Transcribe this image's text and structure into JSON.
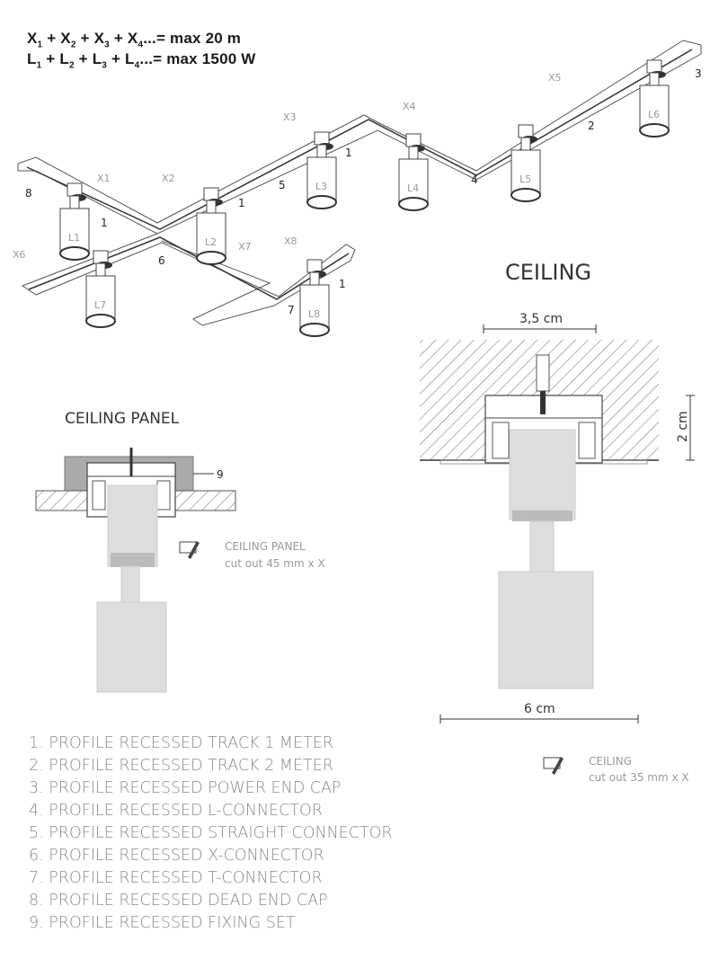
{
  "formulas": [
    {
      "terms": [
        {
          "base": "X",
          "sub": "1"
        },
        {
          "base": "X",
          "sub": "2"
        },
        {
          "base": "X",
          "sub": "3"
        },
        {
          "base": "X",
          "sub": "4"
        }
      ],
      "suffix": "...= max 20 m"
    },
    {
      "terms": [
        {
          "base": "L",
          "sub": "1"
        },
        {
          "base": "L",
          "sub": "2"
        },
        {
          "base": "L",
          "sub": "3"
        },
        {
          "base": "L",
          "sub": "4"
        }
      ],
      "suffix": "...= max 1500 W"
    }
  ],
  "track_labels": [
    "X1",
    "X2",
    "X3",
    "X4",
    "X5",
    "X6",
    "X7",
    "X8"
  ],
  "lamp_labels": [
    "L1",
    "L2",
    "L3",
    "L4",
    "L5",
    "L6",
    "L7",
    "L8"
  ],
  "part_callouts": [
    "8",
    "1",
    "1",
    "5",
    "1",
    "4",
    "2",
    "3",
    "6",
    "7",
    "1"
  ],
  "ceiling": {
    "title": "CEILING",
    "width_top": "3,5 cm",
    "height": "2 cm",
    "width_bottom": "6 cm",
    "note_title": "CEILING",
    "note_text": "cut out 35 mm x X"
  },
  "ceiling_panel": {
    "title": "CEILING PANEL",
    "callout": "9",
    "note_title": "CEILING PANEL",
    "note_text": "cut out 45 mm x X"
  },
  "parts_list": [
    "1. PROFILE RECESSED TRACK 1 METER",
    "2. PROFILE RECESSED TRACK 2 METER",
    "3. PROFILE RECESSED POWER END CAP",
    "4. PROFILE RECESSED L-CONNECTOR",
    "5. PROFILE RECESSED STRAIGHT CONNECTOR",
    "6. PROFILE RECESSED X-CONNECTOR",
    "7. PROFILE RECESSED T-CONNECTOR",
    "8. PROFILE RECESSED DEAD END CAP",
    "9. PROFILE RECESSED FIXING SET"
  ]
}
